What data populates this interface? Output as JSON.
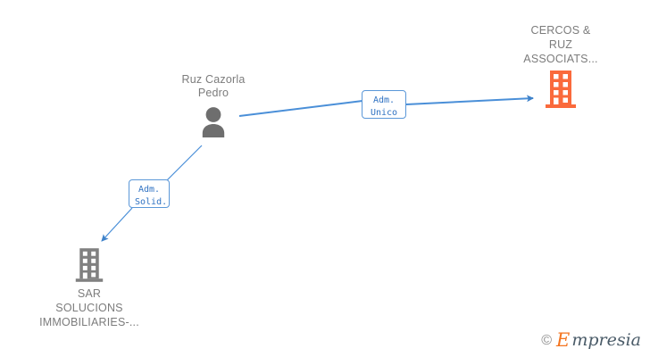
{
  "diagram": {
    "title": "Corporate relationship chart",
    "background_color": "#ffffff",
    "accent_blue": "#4a8fd8",
    "accent_orange": "#fa6a3c",
    "node_gray": "#7c7c7c"
  },
  "nodes": {
    "person": {
      "label": "Ruz Cazorla\nPedro",
      "icon": "person-icon",
      "color": "#7c7c7c"
    },
    "company_main": {
      "label": "CERCOS &\nRUZ\nASSOCIATS...",
      "icon": "building-icon",
      "color": "#fa6a3c"
    },
    "company_sub": {
      "label": "SAR\nSOLUCIONS\nIMMOBILIARIES-...",
      "icon": "building-icon",
      "color": "#808080"
    }
  },
  "relations": [
    {
      "id": "adm-unico",
      "label": "Adm.\nUnico",
      "from": "person",
      "to": "company_main",
      "color": "#4a8fd8"
    },
    {
      "id": "adm-solid",
      "label": "Adm.\nSolid.",
      "from": "person",
      "to": "company_sub",
      "color": "#4a8fd8"
    }
  ],
  "watermark": {
    "copyright": "©",
    "brand_initial": "E",
    "brand_rest": "mpresia"
  }
}
